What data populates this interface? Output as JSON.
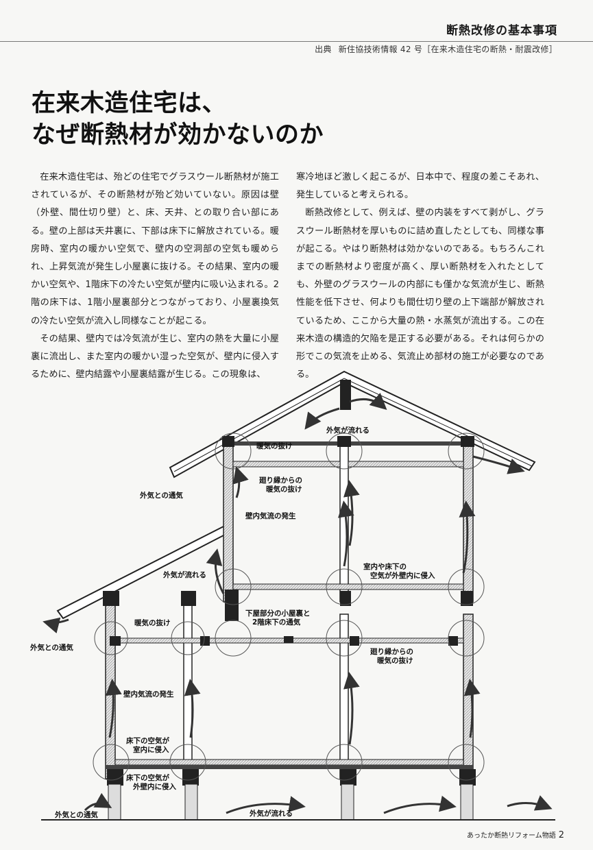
{
  "header": {
    "title": "断熱改修の基本事項",
    "source_prefix": "出典",
    "source_text": "新住協技術情報 42 号［在来木造住宅の断熱・耐震改修］"
  },
  "headline": {
    "line1": "在来木造住宅は、",
    "line2": "なぜ断熱材が効かないのか"
  },
  "body": {
    "p1": "在来木造住宅は、殆どの住宅でグラスウール断熱材が施工されているが、その断熱材が殆ど効いていない。原因は壁（外壁、間仕切り壁）と、床、天井、との取り合い部にある。壁の上部は天井裏に、下部は床下に解放されている。暖房時、室内の暖かい空気で、壁内の空洞部の空気も暖められ、上昇気流が発生し小屋裏に抜ける。その結果、室内の暖かい空気や、1階床下の冷たい空気が壁内に吸い込まれる。2階の床下は、1階小屋裏部分とつながっており、小屋裏換気の冷たい空気が流入し同様なことが起こる。",
    "p2": "その結果、壁内では冷気流が生じ、室内の熱を大量に小屋裏に流出し、また室内の暖かい湿った空気が、壁内に侵入するために、壁内結露や小屋裏結露が生じる。この現象は、",
    "p3": "寒冷地ほど激しく起こるが、日本中で、程度の差こそあれ、発生していると考えられる。",
    "p4": "断熱改修として、例えば、壁の内装をすべて剥がし、グラスウール断熱材を厚いものに詰め直したとしても、同様な事が起こる。やはり断熱材は効かないのである。もちろんこれまでの断熱材より密度が高く、厚い断熱材を入れたとしても、外壁のグラスウールの内部にも僅かな気流が生じ、断熱性能を低下させ、何よりも間仕切り壁の上下端部が解放されているため、ここから大量の熱・水蒸気が流出する。この在来木造の構造的欠陥を是正する必要がある。それは何らかの形でこの気流を止める、気流止め部材の施工が必要なのである。"
  },
  "diagram": {
    "labels": {
      "outside_air_flows_top": "外気が流れる",
      "warm_air_escape_top": "暖気の抜け",
      "perimeter_warm_escape_top": "廻り縁からの\n暖気の抜け",
      "outside_ventilation_upper": "外気との通気",
      "wall_airflow_upper": "壁内気流の発生",
      "outside_air_flows_mid": "外気が流れる",
      "room_underfloor_intrusion": "室内や床下の\n空気が外壁内に侵入",
      "lower_attic_link": "下屋部分の小屋裏と\n2階床下の通気",
      "warm_air_escape_lower": "暖気の抜け",
      "outside_ventilation_lower": "外気との通気",
      "perimeter_warm_escape_lower": "廻り縁からの\n暖気の抜け",
      "wall_airflow_lower": "壁内気流の発生",
      "underfloor_into_room": "床下の空気が\n室内に侵入",
      "underfloor_into_wall": "床下の空気が\n外壁内に侵入",
      "outside_ventilation_ground": "外気との通気",
      "outside_air_flows_bottom": "外気が流れる"
    }
  },
  "footer": {
    "series": "あったか断熱リフォーム物語",
    "page": "2"
  }
}
